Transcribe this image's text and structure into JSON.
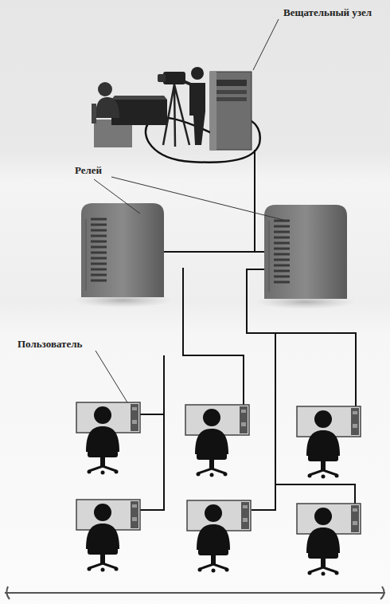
{
  "diagram": {
    "labels": [
      "Вещательный узел",
      "Релей",
      "Пользователь"
    ]
  }
}
